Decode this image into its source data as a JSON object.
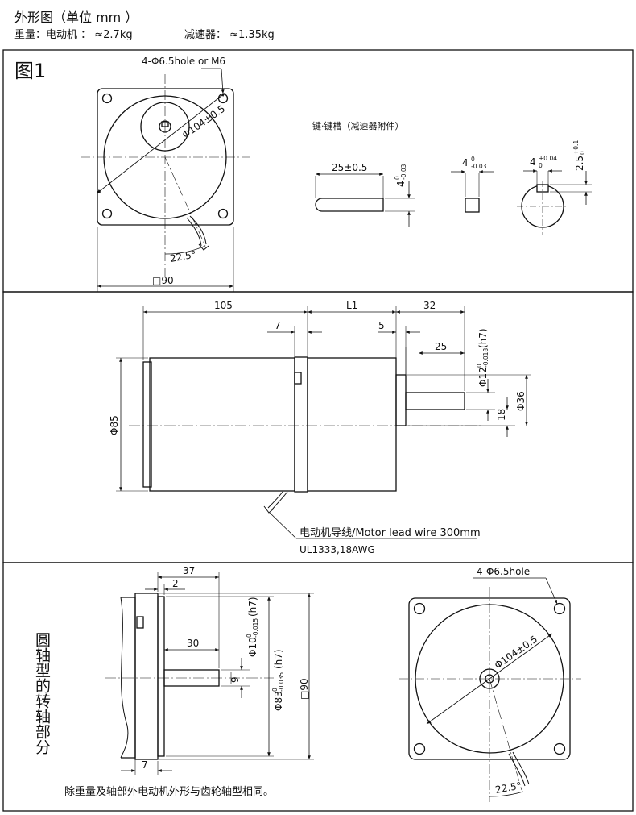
{
  "header": {
    "title": "外形图（单位 mm ）",
    "weight_motor": "重量：电动机 ： ≈2.7kg",
    "weight_reducer": "减速器： ≈1.35kg"
  },
  "fig1": {
    "label": "图1",
    "hole_note": "4-Φ6.5hole or M6",
    "pcd": "Φ104±0.5",
    "angle": "22.5°",
    "square": "□90",
    "key_title": "键·键槽（减速器附件）",
    "key_len": "25±0.5",
    "key_h_main": "4",
    "key_h_up": "0",
    "key_h_low": "-0.03",
    "key_w_main": "4",
    "key_w_up": "0",
    "key_w_low": "-0.03",
    "slot_w_main": "4",
    "slot_w_up": "+0.04",
    "slot_w_low": "0",
    "slot_d_main": "2.5",
    "slot_d_up": "+0.1",
    "slot_d_low": "0"
  },
  "side": {
    "len_body": "105",
    "len_gear": "L1",
    "len_shaft": "32",
    "d7": "7",
    "d5": "5",
    "d25": "25",
    "shaft_dia_main": "Φ12",
    "shaft_dia_up": "0",
    "shaft_dia_low": "-0.018",
    "shaft_dia_fit": "(h7)",
    "boss_dia": "Φ36",
    "flat": "18",
    "body_dia": "Φ85",
    "lead": "电动机导线/Motor lead wire 300mm",
    "lead_spec": "UL1333,18AWG"
  },
  "round": {
    "vertical_title": "圆轴型的转轴部分",
    "d37": "37",
    "d2": "2",
    "d30": "30",
    "d7": "7",
    "flat": "9",
    "shaft_dia_main": "Φ10",
    "shaft_dia_up": "0",
    "shaft_dia_low": "-0.015",
    "shaft_dia_fit": "(h7)",
    "pilot_dia_main": "Φ83",
    "pilot_dia_up": "0",
    "pilot_dia_low": "-0.035",
    "pilot_dia_fit": "(h7)",
    "square": "□90",
    "hole_note": "4-Φ6.5hole",
    "pcd": "Φ104±0.5",
    "angle": "22.5°",
    "note": "除重量及轴部外电动机外形与齿轮轴型相同。"
  }
}
